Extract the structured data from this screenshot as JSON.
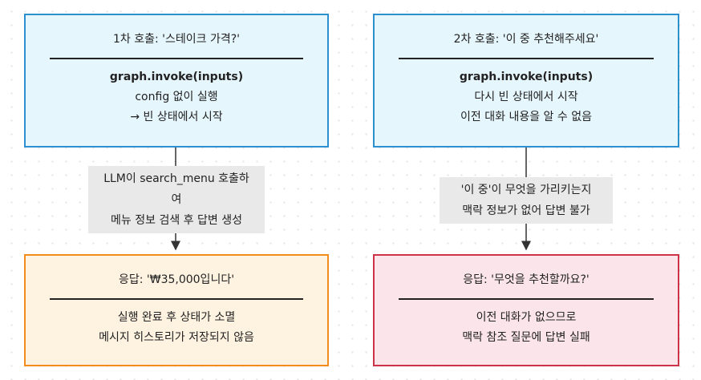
{
  "nodes": {
    "call1": {
      "title": "1차 호출: '스테이크 가격?'",
      "lines": [
        "graph.invoke(inputs)",
        "config 없이 실행",
        "→ 빈 상태에서 시작"
      ]
    },
    "call2": {
      "title": "2차 호출: '이 중 추천해주세요'",
      "lines": [
        "graph.invoke(inputs)",
        "다시 빈 상태에서 시작",
        "이전 대화 내용을 알 수 없음"
      ]
    },
    "resp1": {
      "title": "응답: '₩35,000입니다'",
      "lines": [
        "실행 완료 후 상태가 소멸",
        "메시지 히스토리가 저장되지 않음"
      ]
    },
    "resp2": {
      "title": "응답: '무엇을 추천할까요?'",
      "lines": [
        "이전 대화가 없으므로",
        "맥락 참조 질문에 답변 실패"
      ]
    }
  },
  "edges": {
    "left": {
      "lines": [
        "LLM이 search_menu 호출하",
        "여",
        "메뉴 정보 검색 후 답변 생성"
      ]
    },
    "right": {
      "lines": [
        "'이 중'이 무엇을 가리키는지",
        "맥락 정보가 없어 답변 불가"
      ]
    }
  },
  "colors": {
    "call_fill": "#e6f6fd",
    "call_border": "#2b8fd0",
    "success_fill": "#fef3e1",
    "success_border": "#f28c1d",
    "fail_fill": "#fbe5eb",
    "fail_border": "#cc3346"
  }
}
